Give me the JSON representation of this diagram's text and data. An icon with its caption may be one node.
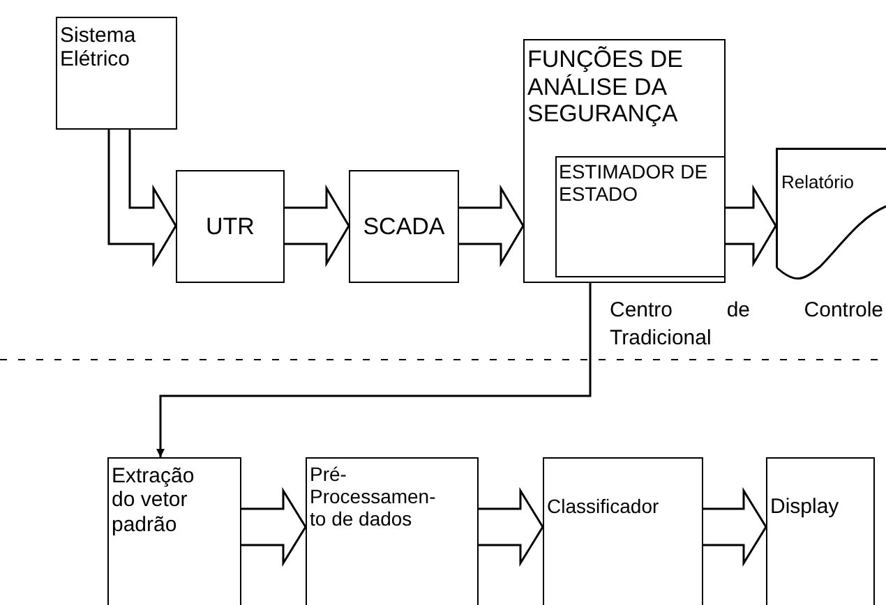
{
  "diagram": {
    "nodes": [
      {
        "text": [
          "Sistema Elétrico"
        ]
      },
      {
        "text": [
          "UTR"
        ]
      },
      {
        "text": [
          "SCADA"
        ]
      },
      {
        "text": [
          "FUNÇÕES DE ANÁLISE DA SEGURANÇA"
        ]
      },
      {
        "text": [
          "ESTIMADOR DE ESTADO"
        ],
        "in": 3
      },
      {
        "text": [
          "Relatório"
        ]
      },
      {
        "text": [
          "Extração do vetor padrão"
        ]
      },
      {
        "text": [
          "Pré- Processamen- to de dados"
        ]
      },
      {
        "text": [
          "Classificador"
        ]
      },
      {
        "text": [
          "Display"
        ]
      }
    ],
    "edges": [
      {
        "from": 0,
        "to": 1,
        "arrow": "to"
      },
      {
        "from": 1,
        "to": 2,
        "arrow": "to"
      },
      {
        "from": 2,
        "to": 3,
        "arrow": "to"
      },
      {
        "from": 4,
        "to": 5,
        "arrow": "to"
      },
      {
        "from": 3,
        "to": 6,
        "arrow": "to"
      },
      {
        "from": 6,
        "to": 7,
        "arrow": "to"
      },
      {
        "from": 7,
        "to": 8,
        "arrow": "to"
      },
      {
        "from": 8,
        "to": 9,
        "arrow": "to"
      }
    ],
    "labels": [
      "Centro de Controle Tradicional"
    ]
  }
}
